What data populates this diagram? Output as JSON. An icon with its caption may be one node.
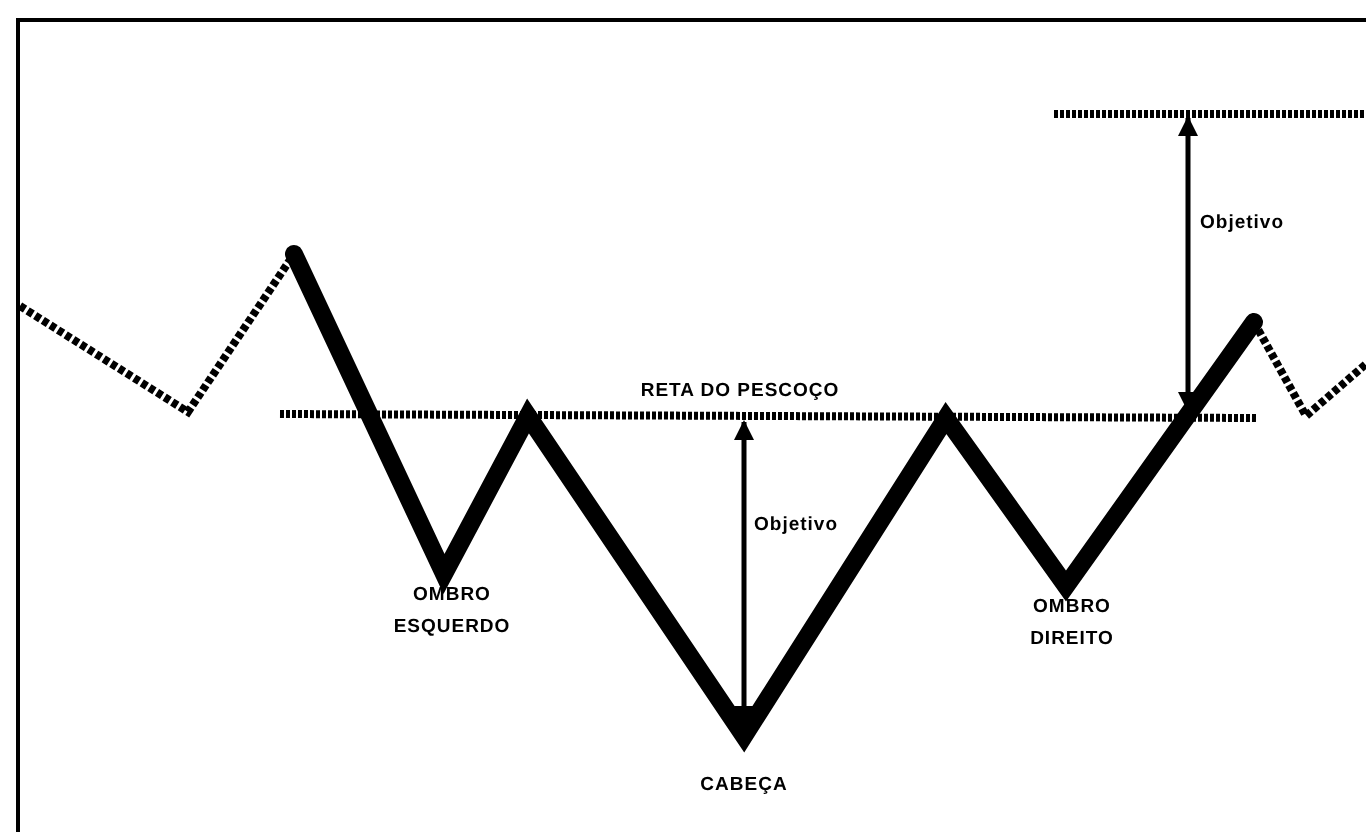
{
  "diagram": {
    "labels": [
      "Objetivo",
      "RETA DO PESCOÇO",
      "Objetivo",
      "OMBRO ESQUERDO",
      "OMBRO DIREITO",
      "CABEÇA"
    ]
  }
}
